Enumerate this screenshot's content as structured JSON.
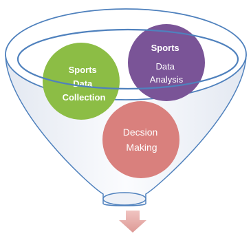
{
  "funnel": {
    "colors": {
      "rim": "#4f81bd",
      "body_fill": "#f4f6fa",
      "arrow": "#e6a9a5"
    }
  },
  "circles": [
    {
      "id": "collection",
      "lines": [
        "Sports",
        "Data",
        "Collection"
      ],
      "color": "#8cbd45"
    },
    {
      "id": "analysis",
      "lines": [
        "Sports",
        "Data",
        "Analysis"
      ],
      "color": "#7a5497"
    },
    {
      "id": "decision",
      "lines": [
        "Decsion",
        "Making"
      ],
      "color": "#d9807d"
    }
  ]
}
